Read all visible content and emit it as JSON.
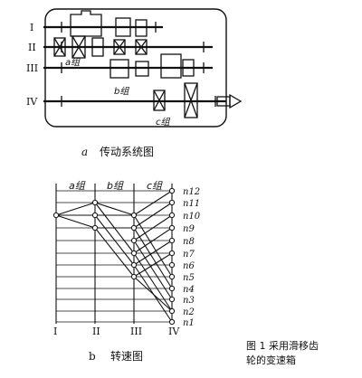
{
  "part_a": {
    "shaft_labels": [
      "I",
      "II",
      "III",
      "IV"
    ],
    "group_labels": [
      "a组",
      "b组",
      "c组"
    ],
    "caption_letter": "a",
    "caption_text": "传动系统图"
  },
  "part_b": {
    "column_headers": [
      "a组",
      "b组",
      "c组"
    ],
    "shaft_labels": [
      "I",
      "II",
      "III",
      "IV"
    ],
    "speed_labels": [
      "n12",
      "n11",
      "n10",
      "n9",
      "n8",
      "n7",
      "n6",
      "n5",
      "n4",
      "n3",
      "n2",
      "n1"
    ],
    "caption_letter": "b",
    "caption_text": "转速图"
  },
  "figure_caption": {
    "line1": "图 1    采用滑移齿",
    "line2": "轮的变速箱"
  }
}
